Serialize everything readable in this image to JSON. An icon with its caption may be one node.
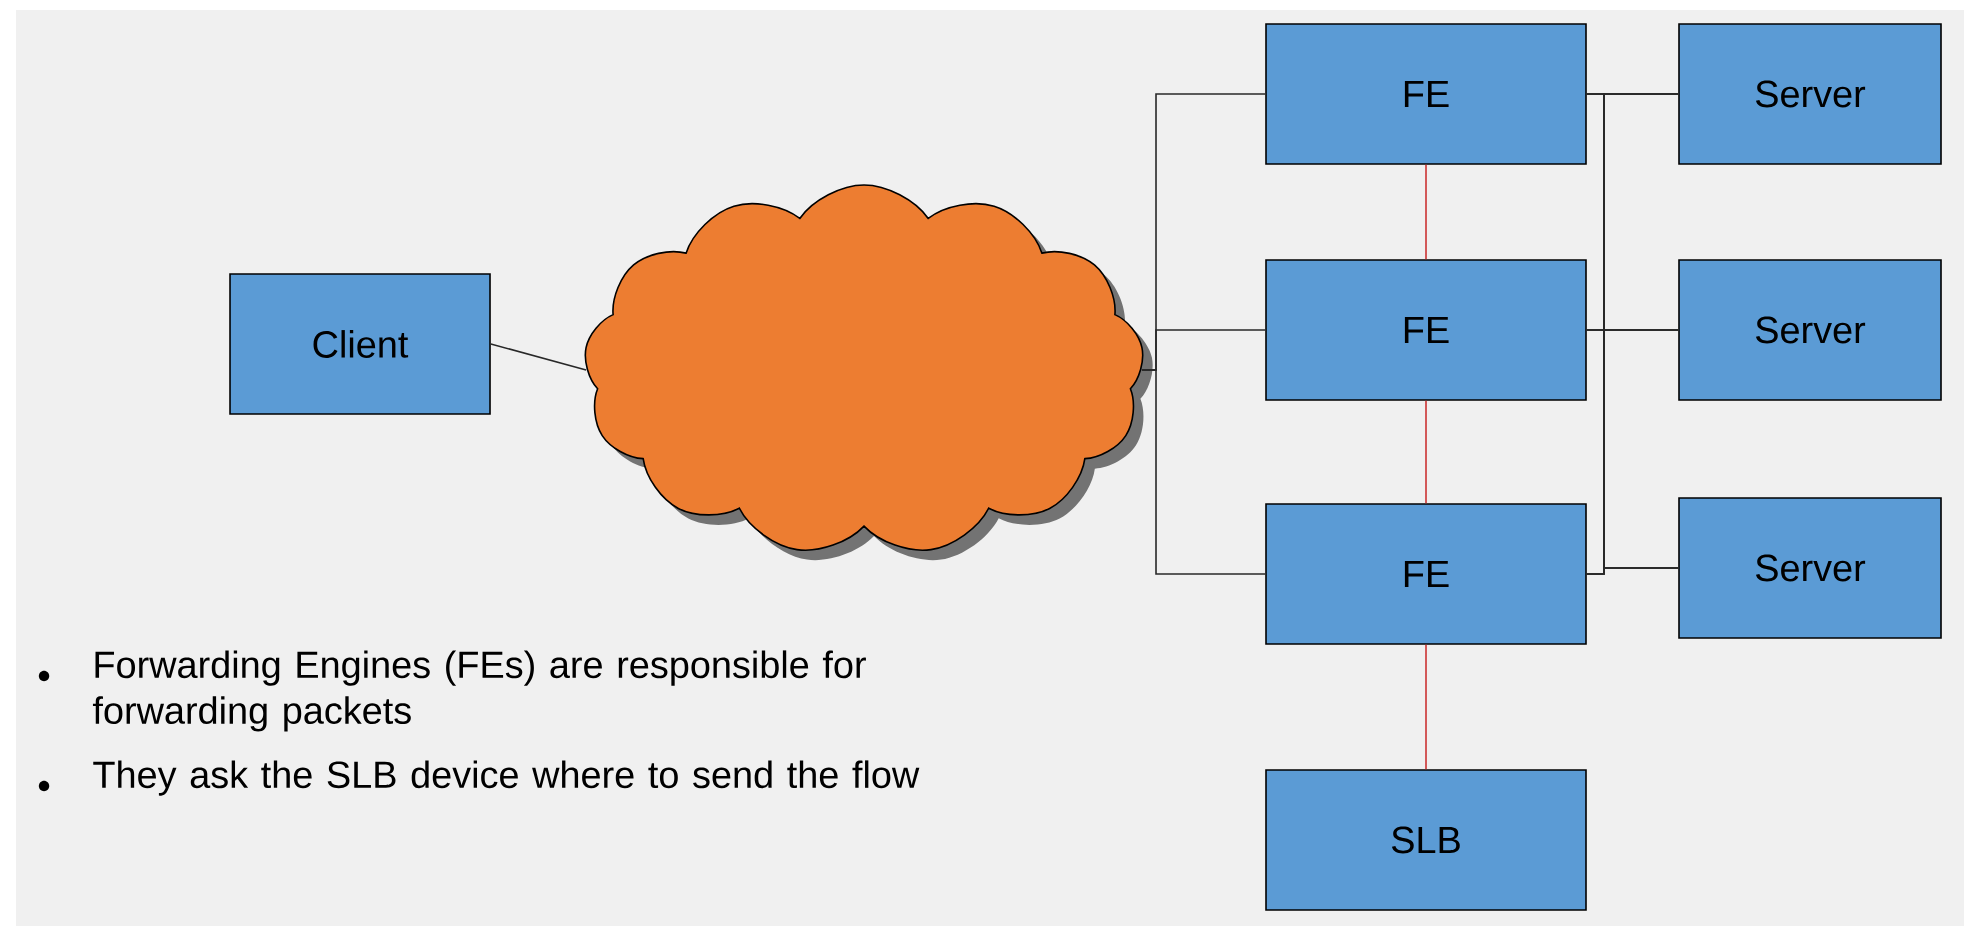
{
  "diagram": {
    "nodes": [
      {
        "text": [
          "Client"
        ]
      },
      {
        "text": [],
        "shape": "cloud"
      },
      {
        "text": [
          "FE"
        ]
      },
      {
        "text": [
          "FE"
        ]
      },
      {
        "text": [
          "FE"
        ]
      },
      {
        "text": [
          "SLB"
        ]
      },
      {
        "text": [
          "Server"
        ]
      },
      {
        "text": [
          "Server"
        ]
      },
      {
        "text": [
          "Server"
        ]
      }
    ],
    "edges": [
      {
        "from": 0,
        "to": 1,
        "arrow": "none"
      },
      {
        "from": 1,
        "to": 2,
        "arrow": "none"
      },
      {
        "from": 1,
        "to": 3,
        "arrow": "none"
      },
      {
        "from": 1,
        "to": 4,
        "arrow": "none"
      },
      {
        "from": 2,
        "to": 3,
        "arrow": "none",
        "color": "#cc3333"
      },
      {
        "from": 3,
        "to": 4,
        "arrow": "none",
        "color": "#cc3333"
      },
      {
        "from": 4,
        "to": 5,
        "arrow": "none",
        "color": "#cc3333"
      },
      {
        "from": 2,
        "to": 6,
        "arrow": "none"
      },
      {
        "from": 2,
        "to": 7,
        "arrow": "none"
      },
      {
        "from": 2,
        "to": 8,
        "arrow": "none"
      },
      {
        "from": 3,
        "to": 6,
        "arrow": "none"
      },
      {
        "from": 3,
        "to": 7,
        "arrow": "none"
      },
      {
        "from": 3,
        "to": 8,
        "arrow": "none"
      },
      {
        "from": 4,
        "to": 6,
        "arrow": "none"
      },
      {
        "from": 4,
        "to": 7,
        "arrow": "none"
      },
      {
        "from": 4,
        "to": 8,
        "arrow": "none"
      }
    ],
    "labels": [
      "Forwarding Engines (FEs) are responsible for forwarding packets",
      "They ask the SLB device where to send the flow"
    ]
  }
}
